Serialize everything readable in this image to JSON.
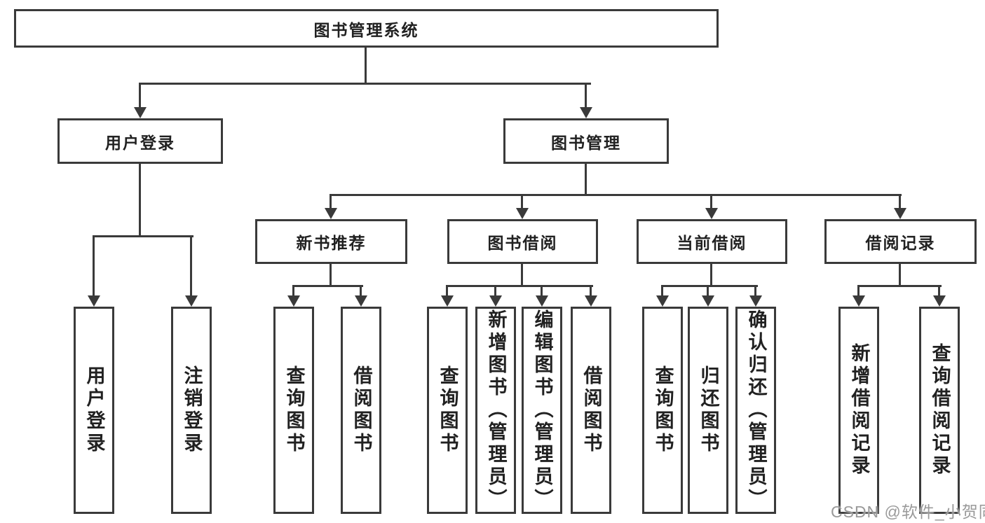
{
  "tree": {
    "label": "图书管理系统",
    "children": [
      {
        "label": "用户登录",
        "children": [
          {
            "label": "用户登录"
          },
          {
            "label": "注销登录"
          }
        ]
      },
      {
        "label": "图书管理",
        "children": [
          {
            "label": "新书推荐",
            "children": [
              {
                "label": "查询图书"
              },
              {
                "label": "借阅图书"
              }
            ]
          },
          {
            "label": "图书借阅",
            "children": [
              {
                "label": "查询图书"
              },
              {
                "label": "新增图书（管理员）"
              },
              {
                "label": "编辑图书（管理员）"
              },
              {
                "label": "借阅图书"
              }
            ]
          },
          {
            "label": "当前借阅",
            "children": [
              {
                "label": "查询图书"
              },
              {
                "label": "归还图书"
              },
              {
                "label": "确认归还（管理员）"
              }
            ]
          },
          {
            "label": "借阅记录",
            "children": [
              {
                "label": "新增借阅记录"
              },
              {
                "label": "查询借阅记录"
              }
            ]
          }
        ]
      }
    ]
  },
  "watermark": {
    "text": "CSDN @软件_小贺同学"
  },
  "colors": {
    "line": "#3a3a3a",
    "box_border": "#3a3a3a",
    "text": "#212121",
    "watermark": "#9a9a9a",
    "background": "#ffffff"
  }
}
